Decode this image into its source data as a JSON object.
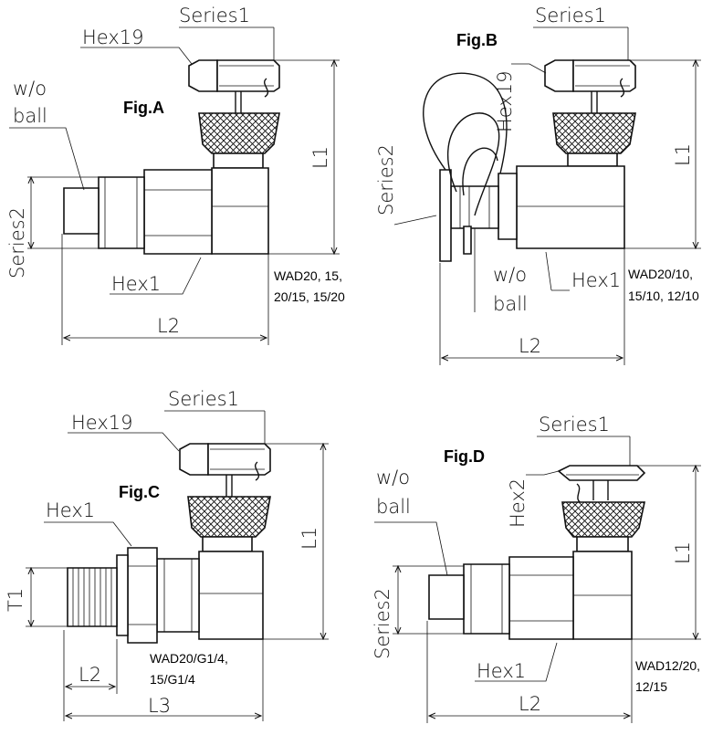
{
  "figures": {
    "a": {
      "title": "Fig.A",
      "series1": "Series1",
      "hex19": "Hex19",
      "wo": "w/o",
      "ball": "ball",
      "series2": "Series2",
      "hex1": "Hex1",
      "l1": "L1",
      "l2": "L2",
      "models_line1": "WAD20, 15,",
      "models_line2": "20/15, 15/20"
    },
    "b": {
      "title": "Fig.B",
      "series1": "Series1",
      "hex19": "Hex19",
      "series2": "Series2",
      "wo": "w/o",
      "ball": "ball",
      "hex1": "Hex1",
      "l1": "L1",
      "l2": "L2",
      "models_line1": "WAD20/10,",
      "models_line2": "15/10, 12/10"
    },
    "c": {
      "title": "Fig.C",
      "series1": "Series1",
      "hex19": "Hex19",
      "hex1": "Hex1",
      "t1": "T1",
      "l1": "L1",
      "l2": "L2",
      "l3": "L3",
      "models_line1": "WAD20/G1/4,",
      "models_line2": "15/G1/4"
    },
    "d": {
      "title": "Fig.D",
      "series1": "Series1",
      "hex2": "Hex2",
      "wo": "w/o",
      "ball": "ball",
      "series2": "Series2",
      "hex1": "Hex1",
      "l1": "L1",
      "l2": "L2",
      "models_line1": "WAD12/20,",
      "models_line2": "12/15"
    }
  }
}
